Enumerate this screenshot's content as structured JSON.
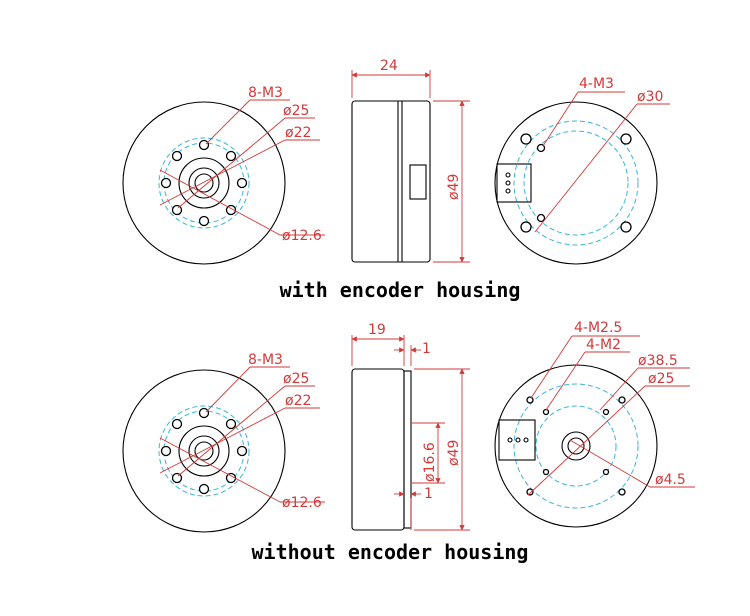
{
  "top_section": {
    "caption": "with encoder housing",
    "front_labels": {
      "holes": "8-M3",
      "d1": "ø25",
      "d2": "ø22",
      "d3": "ø12.6"
    },
    "side_labels": {
      "width": "24",
      "diameter": "ø49"
    },
    "back_labels": {
      "holes": "4-M3",
      "diameter": "ø30"
    }
  },
  "bottom_section": {
    "caption": "without encoder housing",
    "front_labels": {
      "holes": "8-M3",
      "d1": "ø25",
      "d2": "ø22",
      "d3": "ø12.6"
    },
    "side_labels": {
      "width": "19",
      "step_top": "1",
      "step_bottom": "1",
      "inner": "ø16.6",
      "diameter": "ø49"
    },
    "back_labels": {
      "holes_a": "4-M2.5",
      "holes_b": "4-M2",
      "d1": "ø38.5",
      "d2": "ø25",
      "d3": "ø4.5"
    }
  },
  "colors": {
    "line": "#000000",
    "dimension": "#d23a3a",
    "centerline": "#39b6d8"
  }
}
